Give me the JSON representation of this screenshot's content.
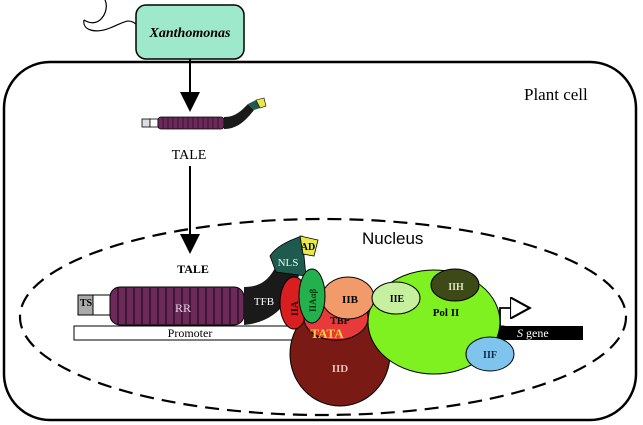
{
  "bacterium": {
    "label": "Xanthomonas",
    "color": "#9ee8cc"
  },
  "plant_cell": {
    "label": "Plant cell"
  },
  "nucleus": {
    "label": "Nucleus"
  },
  "tale_top": {
    "label": "TALE"
  },
  "tale_nuclear": {
    "label": "TALE"
  },
  "tale_domains": {
    "ts": "TS",
    "rr": "RR",
    "tfb": "TFB",
    "nls": "NLS",
    "ad": "AD"
  },
  "factors": {
    "iia": "IIA",
    "iiaab": "IIAαβ",
    "iib": "IIB",
    "tbp": "TBP",
    "tata": "TATA",
    "iid": "IID",
    "iie": "IIE",
    "iih": "IIH",
    "pol2": "Pol II",
    "iif": "IIF"
  },
  "dna": {
    "promoter": "Promoter",
    "s_gene_italic": "S",
    "s_gene_rest": " gene"
  },
  "colors": {
    "rr": "#6b2a5a",
    "tfb": "#1a1a1a",
    "nls": "#1e5a4e",
    "ad": "#e8e84a",
    "iia": "#d81e1e",
    "iiaab": "#22b14c",
    "iib": "#f29a6a",
    "tbp": "#e83a3a",
    "iid": "#7a1a14",
    "iie": "#c6f0a0",
    "iih": "#3d4a18",
    "pol2": "#7ff020",
    "iif": "#7ec4ec",
    "tata": "#f2d33a"
  }
}
